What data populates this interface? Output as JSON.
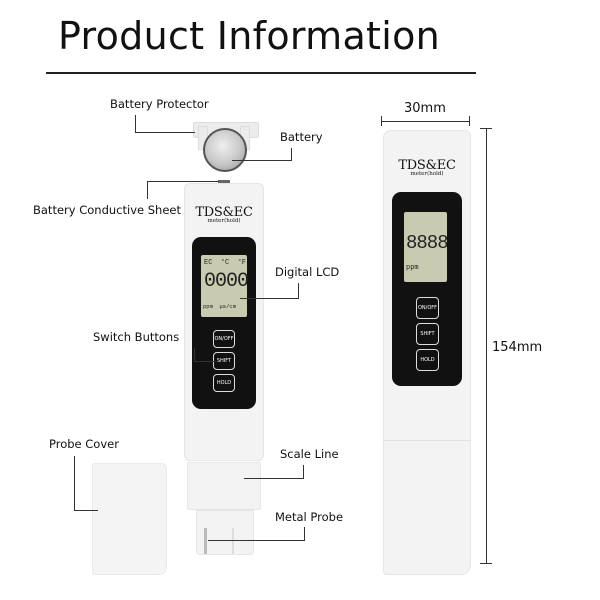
{
  "header": {
    "title": "Product Information"
  },
  "labels": {
    "battery_protector": "Battery Protector",
    "battery": "Battery",
    "battery_conductive_sheet": "Battery Conductive Sheet",
    "digital_lcd": "Digital LCD",
    "switch_buttons": "Switch Buttons",
    "probe_cover": "Probe Cover",
    "scale_line": "Scale Line",
    "metal_probe": "Metal Probe"
  },
  "dimensions": {
    "width": "30mm",
    "height": "154mm"
  },
  "meter_left": {
    "brand": "TDS&EC",
    "subtitle": "meter(hold)",
    "lcd_top": "EC  °C  °F",
    "lcd_digits": "0000",
    "lcd_units": "ppm  μs/cm",
    "buttons": [
      "ON/OFF",
      "SHIFT",
      "HOLD"
    ]
  },
  "meter_right": {
    "brand": "TDS&EC",
    "subtitle": "meter(hold)",
    "lcd_digits": "8888",
    "lcd_units": "ppm",
    "buttons": [
      "ON/OFF",
      "SHIFT",
      "HOLD"
    ]
  },
  "colors": {
    "background": "#ffffff",
    "text": "#111111",
    "lcd": "#c9cbb1",
    "panel": "#111111"
  }
}
